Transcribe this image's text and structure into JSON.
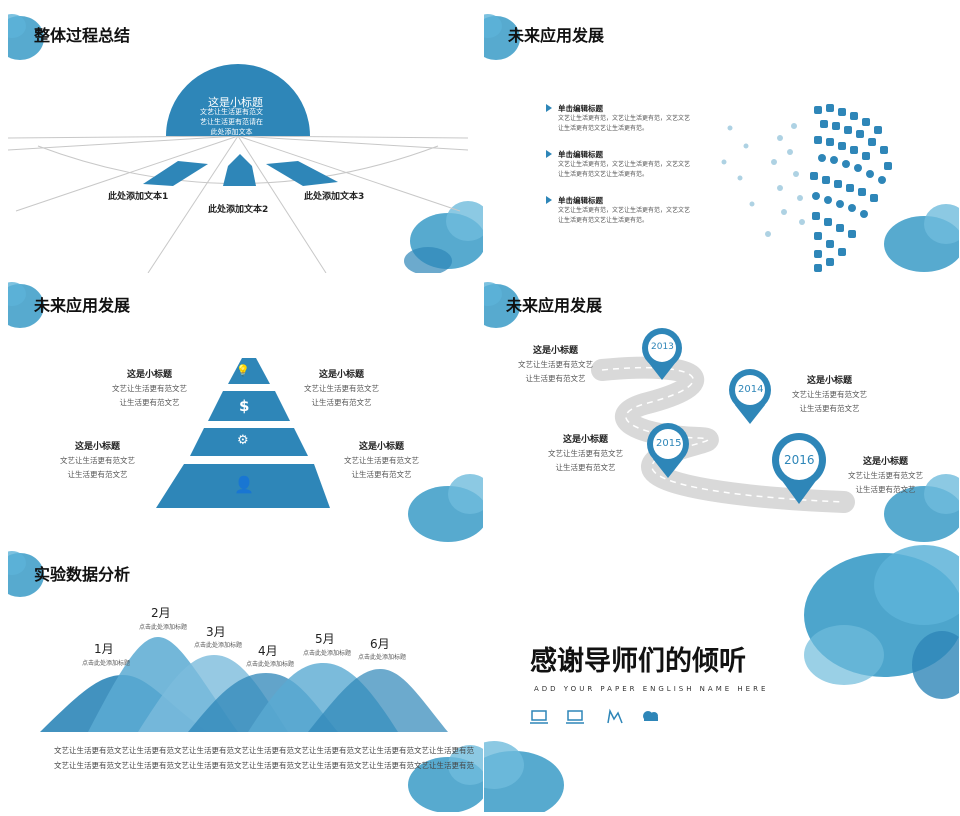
{
  "slide1": {
    "title": "整体过程总结",
    "circle_heading": "这是小标题",
    "circle_text_lines": [
      "文艺让生活更有范文",
      "艺让生活更有范请在",
      "此处添加文本"
    ],
    "labels": [
      "此处添加文本1",
      "此处添加文本2",
      "此处添加文本3"
    ]
  },
  "slide2": {
    "title": "未来应用发展",
    "items": [
      {
        "heading": "单击编辑标题",
        "lines": [
          "文艺让生活更有范，文艺让生活更有范，文艺文艺",
          "让生活更有范文艺让生活更有范。"
        ]
      },
      {
        "heading": "单击编辑标题",
        "lines": [
          "文艺让生活更有范，文艺让生活更有范，文艺文艺",
          "让生活更有范文艺让生活更有范。"
        ]
      },
      {
        "heading": "单击编辑标题",
        "lines": [
          "文艺让生活更有范，文艺让生活更有范，文艺文艺",
          "让生活更有范文艺让生活更有范。"
        ]
      }
    ]
  },
  "slide3": {
    "title": "未来应用发展",
    "pyramid_icons": [
      "lightbulb-icon",
      "dollar-icon",
      "gear-icon",
      "person-icon"
    ],
    "pyramid_glyphs": [
      "💡",
      "$",
      "⚙",
      "👤"
    ],
    "blocks": [
      {
        "heading": "这是小标题",
        "lines": [
          "文艺让生活更有范文艺",
          "让生活更有范文艺"
        ]
      },
      {
        "heading": "这是小标题",
        "lines": [
          "文艺让生活更有范文艺",
          "让生活更有范文艺"
        ]
      },
      {
        "heading": "这是小标题",
        "lines": [
          "文艺让生活更有范文艺",
          "让生活更有范文艺"
        ]
      },
      {
        "heading": "这是小标题",
        "lines": [
          "文艺让生活更有范文艺",
          "让生活更有范文艺"
        ]
      }
    ]
  },
  "slide4": {
    "title": "未来应用发展",
    "years": [
      "2013",
      "2014",
      "2015",
      "2016"
    ],
    "blocks": [
      {
        "heading": "这是小标题",
        "lines": [
          "文艺让生活更有范文艺",
          "让生活更有范文艺"
        ]
      },
      {
        "heading": "这是小标题",
        "lines": [
          "文艺让生活更有范文艺",
          "让生活更有范文艺"
        ]
      },
      {
        "heading": "这是小标题",
        "lines": [
          "文艺让生活更有范文艺",
          "让生活更有范文艺"
        ]
      },
      {
        "heading": "这是小标题",
        "lines": [
          "文艺让生活更有范文艺",
          "让生活更有范文艺"
        ]
      }
    ]
  },
  "slide5": {
    "title": "实验数据分析",
    "months": [
      "1月",
      "2月",
      "3月",
      "4月",
      "5月",
      "6月"
    ],
    "captions": [
      "点击此处添加标题",
      "点击此处添加标题",
      "点击此处添加标题",
      "点击此处添加标题",
      "点击此处添加标题",
      "点击此处添加标题"
    ],
    "body_lines": [
      "文艺让生活更有范文艺让生活更有范文艺让生活更有范文艺让生活更有范文艺让生活更有范文艺让生活更有范文艺让生活更有范",
      "文艺让生活更有范文艺让生活更有范文艺让生活更有范文艺让生活更有范文艺让生活更有范文艺让生活更有范文艺让生活更有范"
    ]
  },
  "slide6": {
    "thanks": "感谢导师们的倾听",
    "subtitle": "ADD YOUR PAPER ENGLISH NAME HERE",
    "icons": [
      "presentation-icon",
      "laptop-icon",
      "chart-icon",
      "cloud-icon"
    ]
  },
  "colors": {
    "accent": "#2e86b8",
    "accent_light": "#6fb3d6",
    "road": "#d9d9d9"
  }
}
